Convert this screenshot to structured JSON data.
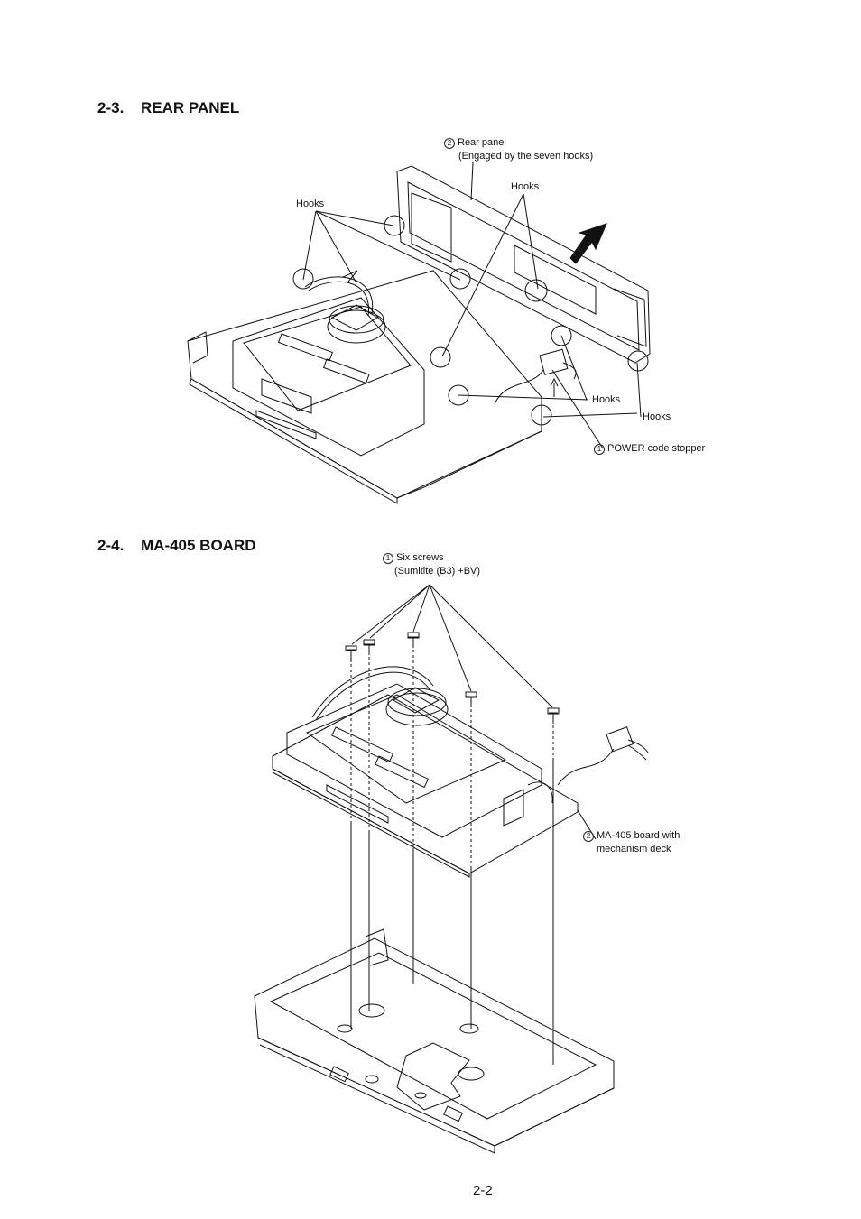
{
  "sections": [
    {
      "number": "2-3.",
      "title": "REAR PANEL",
      "labels": {
        "rear_panel_num": "2",
        "rear_panel": "Rear panel",
        "rear_panel_note": "(Engaged by the seven hooks)",
        "hooks_left": "Hooks",
        "hooks_top": "Hooks",
        "hooks_mid": "Hooks",
        "hooks_right": "Hooks",
        "stopper_num": "1",
        "stopper": "POWER code stopper"
      }
    },
    {
      "number": "2-4.",
      "title": "MA-405 BOARD",
      "labels": {
        "screws_num": "1",
        "screws": "Six screws",
        "screws_note": "(Sumitite (B3) +BV)",
        "board_num": "2",
        "board": "MA-405 board with",
        "board_note": "mechanism deck"
      }
    }
  ],
  "page_number": "2-2"
}
